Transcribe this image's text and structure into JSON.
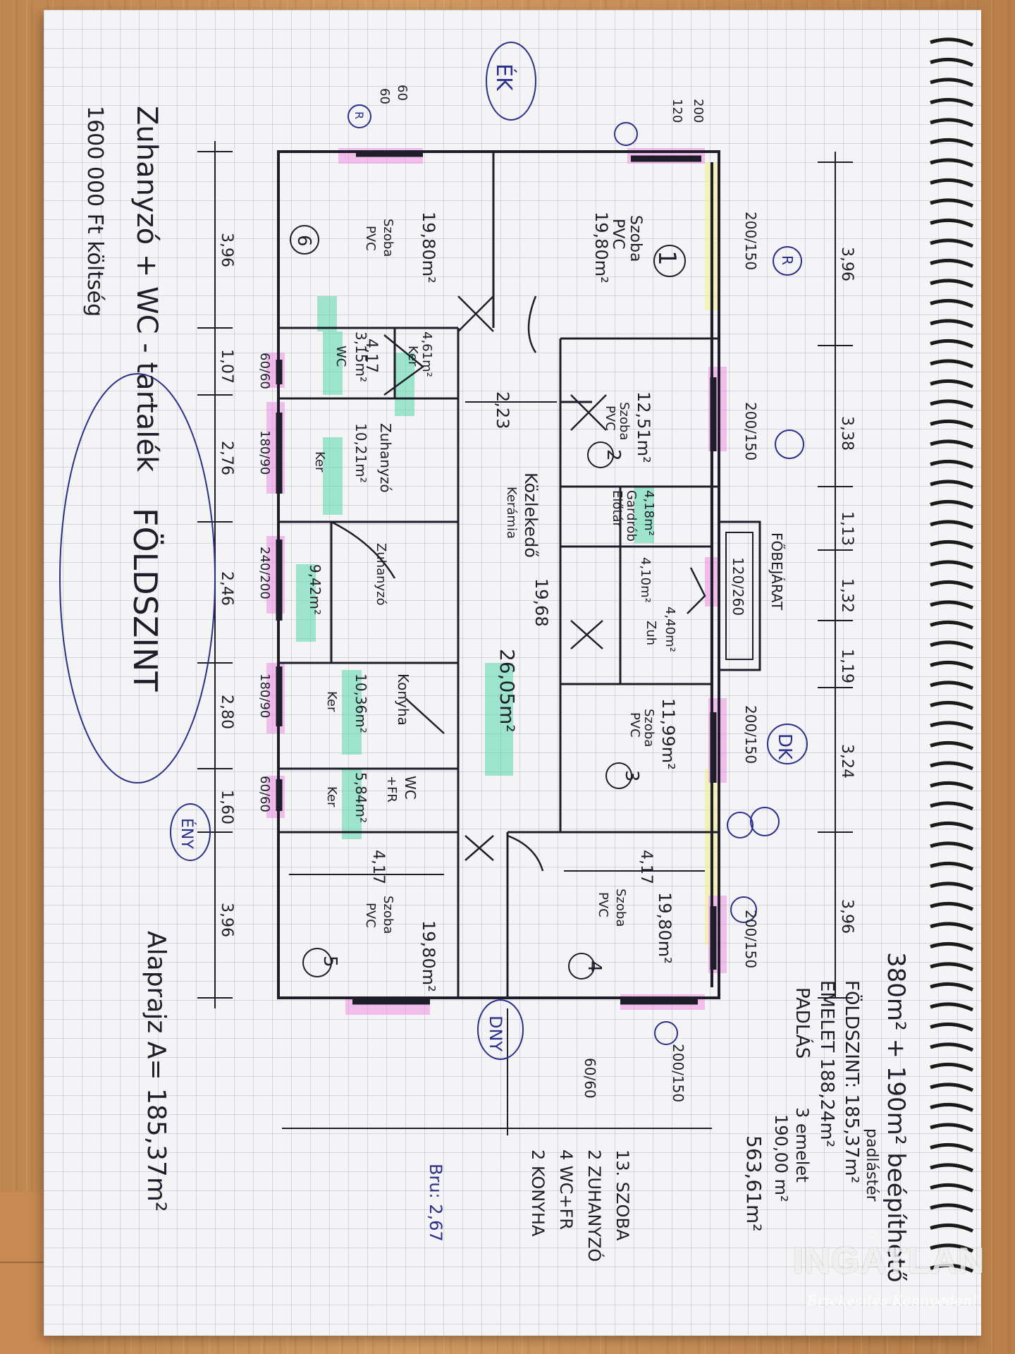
{
  "watermark": {
    "brand": "INGATLAN",
    "slogan": "Értékesítés Könnyedén!",
    "logo_icon": "house-roof-logo-icon"
  },
  "colors": {
    "ink": "#1e1e2a",
    "blue_ink": "#2b2f8a",
    "highlight_green": "#58d6a8",
    "highlight_pink": "#ee8fe0",
    "highlight_yellow": "#f2f08a"
  },
  "labels": {
    "top": {
      "ek": "ÉK",
      "sizes_top_left": [
        "200",
        "120",
        "60",
        "60"
      ],
      "r_marks": [
        "R",
        "R"
      ]
    },
    "dims_top": [
      "3,96",
      "3,38",
      "1,13",
      "1,32",
      "1,19",
      "3,24",
      "3,96"
    ],
    "dims_bottom": [
      "3,96",
      "1,07",
      "2,76",
      "2,46",
      "2,80",
      "1,60",
      "3,96"
    ],
    "rooms": {
      "r1": {
        "num": "1",
        "name": "Szoba",
        "floor": "PVC",
        "area": "19,80m²",
        "window": "200/150"
      },
      "r2": {
        "num": "2",
        "name": "Szoba",
        "floor": "PVC",
        "area": "12,51m²",
        "window": "200/150"
      },
      "r3": {
        "num": "3",
        "name": "Szoba",
        "floor": "PVC",
        "area": "11,99m²",
        "window": "200/150"
      },
      "r4": {
        "num": "4",
        "name": "Szoba",
        "floor": "PVC",
        "area": "19,80m²",
        "window": "200/150"
      },
      "r5": {
        "num": "5",
        "name": "Szoba",
        "floor": "PVC",
        "area": "19,80m²"
      },
      "r6": {
        "num": "6",
        "name": "Szoba",
        "floor": "PVC",
        "area": "19,80m²"
      }
    },
    "middle": {
      "corridor": "Közlekedő",
      "corridor_sub": "Kerámia",
      "corridor_area": "26,05m²",
      "corridor_len": "19,68",
      "corridor_width": "2,23",
      "wc1": "WC",
      "wc1_area": "3,15m²",
      "wc1_floor": "Ker",
      "wc1_area2": "4,61m²",
      "bath1": "Zuhanyzó",
      "bath1_area": "10,21m²",
      "bath1_floor": "Ker",
      "bath2_area": "9,42m²",
      "bath2_label": "Zuhanyzó",
      "kitchen": "Konyha",
      "kitchen_area": "10,36m²",
      "kitchen_floor": "Ker",
      "wc2": "WC",
      "wc2_sub": "+FR",
      "wc2_area": "5,84m²",
      "wc2_floor": "Ker",
      "gardrob_area": "4,18m²",
      "gardrob": "Gardrób",
      "elotar": "Előtár",
      "elotar_area": "4,10m²",
      "zuh_area": "4,40m²",
      "zuh": "Zuh",
      "main_door": "120/260",
      "main_entrance": "FŐBEJÁRAT",
      "windows_bottom": [
        "60/60",
        "180/90",
        "240/200",
        "180/90",
        "60/60"
      ],
      "corridor_lower": "4,17",
      "room_width_r4": "4,17",
      "r6_width": "4,17"
    },
    "compass": {
      "dk": "DK",
      "ny": "DNY",
      "eny": "ÉNY"
    },
    "right_notes": {
      "line1": "380m² + 190m² beépíthető",
      "line1b": "padlástér",
      "line2": "FÖLDSZINT: 185,37m²",
      "line3": "EMELET 188,24m²",
      "line4": "PADLÁS",
      "line5": "3 emelet",
      "line6": "190,00 m²",
      "line7": "563,61m²",
      "list": [
        "13. SZOBA",
        "2 ZUHANYZÓ",
        "4 WC+FR",
        "2 KONYHA"
      ],
      "bottom_dim": "200/150",
      "bottom_dim2": "60/60",
      "bru": "Bru: 2,67"
    },
    "left_notes": {
      "title": "Zuhanyzó + WC - tartalék",
      "line2": "1600 000 Ft költség",
      "floor_label": "FÖLDSZINT",
      "alaprajz": "Alaprajz A= 185,37m²",
      "eny": "ÉNY"
    }
  }
}
